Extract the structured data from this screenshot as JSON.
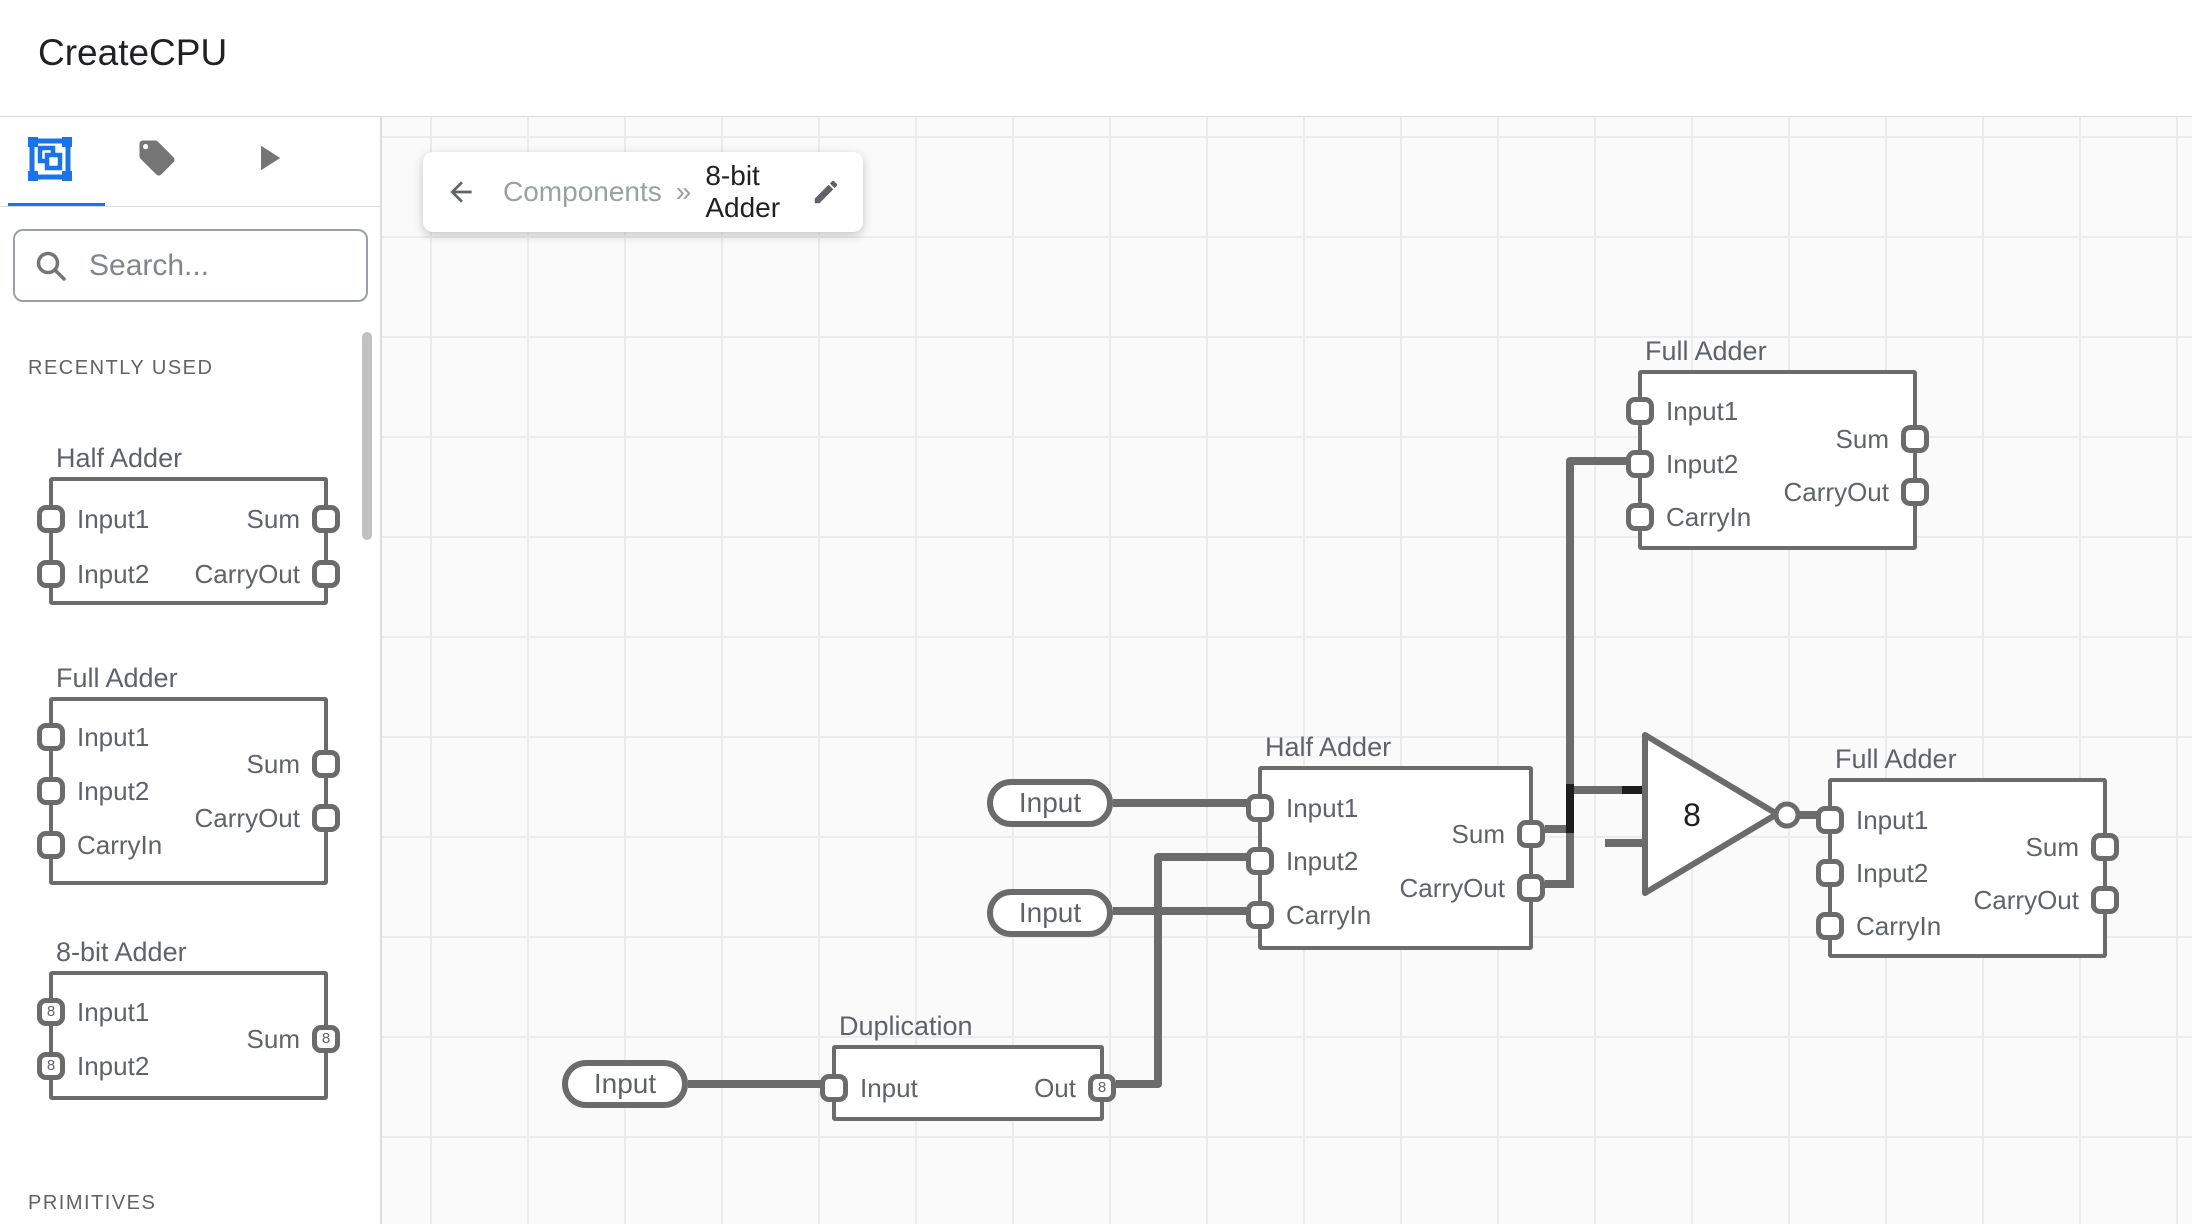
{
  "header": {
    "title": "CreateCPU"
  },
  "sidebar": {
    "tabs": [
      {
        "icon": "select-component-icon",
        "active": true
      },
      {
        "icon": "tag-icon",
        "active": false
      },
      {
        "icon": "play-icon",
        "active": false
      }
    ],
    "search": {
      "placeholder": "Search..."
    },
    "recently_used_label": "RECENTLY USED",
    "primitives_label": "PRIMITIVES",
    "components": [
      {
        "title": "Half Adder",
        "left_ports": [
          {
            "label": "Input1"
          },
          {
            "label": "Input2"
          }
        ],
        "right_ports": [
          {
            "label": "Sum"
          },
          {
            "label": "CarryOut"
          }
        ]
      },
      {
        "title": "Full Adder",
        "left_ports": [
          {
            "label": "Input1"
          },
          {
            "label": "Input2"
          },
          {
            "label": "CarryIn"
          }
        ],
        "right_ports": [
          {
            "label": "Sum"
          },
          {
            "label": "CarryOut"
          }
        ]
      },
      {
        "title": "8-bit Adder",
        "left_ports": [
          {
            "label": "Input1",
            "bus_width": "8"
          },
          {
            "label": "Input2",
            "bus_width": "8"
          }
        ],
        "right_ports": [
          {
            "label": "Sum",
            "bus_width": "8"
          }
        ]
      }
    ]
  },
  "breadcrumb": {
    "parent": "Components",
    "separator": "»",
    "current": "8-bit Adder"
  },
  "canvas": {
    "input_pins": [
      {
        "label": "Input"
      },
      {
        "label": "Input"
      },
      {
        "label": "Input"
      }
    ],
    "components": [
      {
        "title": "Full Adder",
        "left_ports": [
          {
            "label": "Input1"
          },
          {
            "label": "Input2"
          },
          {
            "label": "CarryIn"
          }
        ],
        "right_ports": [
          {
            "label": "Sum"
          },
          {
            "label": "CarryOut"
          }
        ]
      },
      {
        "title": "Half Adder",
        "left_ports": [
          {
            "label": "Input1"
          },
          {
            "label": "Input2"
          },
          {
            "label": "CarryIn"
          }
        ],
        "right_ports": [
          {
            "label": "Sum"
          },
          {
            "label": "CarryOut"
          }
        ]
      },
      {
        "title": "Full Adder",
        "left_ports": [
          {
            "label": "Input1"
          },
          {
            "label": "Input2"
          },
          {
            "label": "CarryIn"
          }
        ],
        "right_ports": [
          {
            "label": "Sum"
          },
          {
            "label": "CarryOut"
          }
        ]
      },
      {
        "title": "Duplication",
        "left_ports": [
          {
            "label": "Input"
          }
        ],
        "right_ports": [
          {
            "label": "Out",
            "bus_width": "8"
          }
        ]
      }
    ],
    "splitter": {
      "label": "8"
    }
  },
  "colors": {
    "accent_blue": "#1a73e8",
    "stroke_gray": "#6b6b6b",
    "wire_black": "#1e1e1e",
    "text_gray": "#5f6368"
  }
}
